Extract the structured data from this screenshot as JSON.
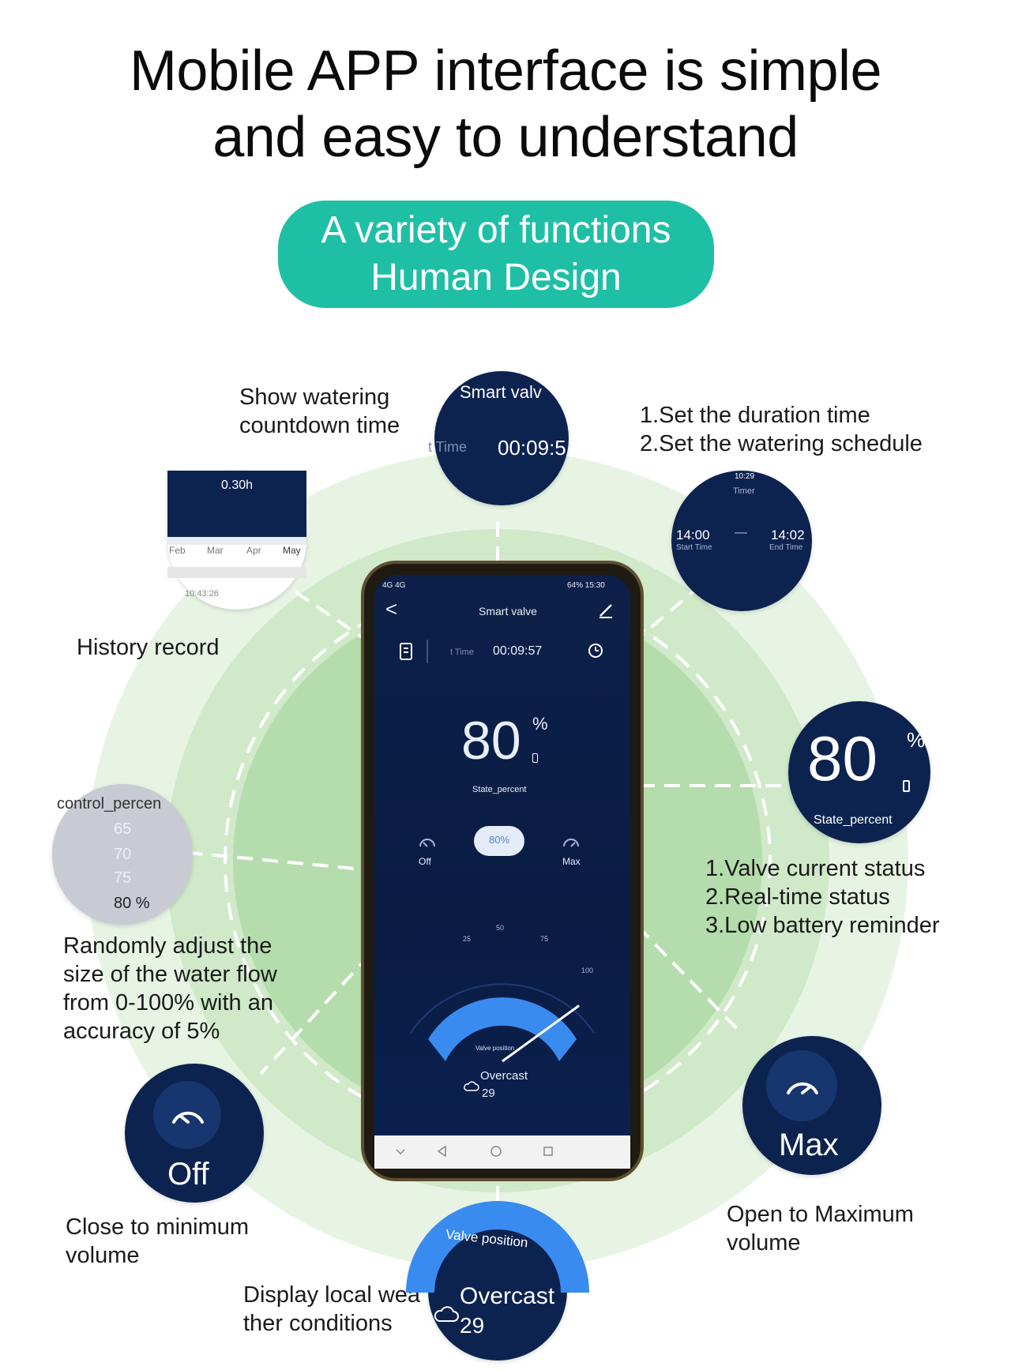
{
  "header": {
    "title_line1": "Mobile APP interface is simple",
    "title_line2": "and easy to understand",
    "pill_line1": "A variety of functions",
    "pill_line2": "Human Design"
  },
  "labels": {
    "countdown_line1": "Show watering",
    "countdown_line2": "countdown time",
    "schedule_line1": "1.Set the duration time",
    "schedule_line2": "2.Set the watering schedule",
    "history": "History record",
    "status_line1": "1.Valve current status",
    "status_line2": "2.Real-time status",
    "status_line3": "3.Low battery reminder",
    "flow_line1": "Randomly adjust the",
    "flow_line2": "size of the water flow",
    "flow_line3": "from 0-100% with an",
    "flow_line4": "accuracy of 5%",
    "close_line1": "Close to minimum",
    "close_line2": "volume",
    "open_line1": "Open to Maximum",
    "open_line2": "volume",
    "weather_line1": "Display local wea",
    "weather_line2": "ther conditions"
  },
  "bubbles": {
    "countdown": {
      "title": "Smart valv",
      "time_label": "t Time",
      "time_value": "00:09:5"
    },
    "history": {
      "value": "0.30h",
      "months": [
        "Feb",
        "Mar",
        "Apr",
        "May"
      ],
      "footer": "10:43:26"
    },
    "timer": {
      "top": "10:29",
      "title": "Timer",
      "start_time": "14:00",
      "start_label": "Start Time",
      "dash": "—",
      "end_time": "14:02",
      "end_label": "End Time"
    },
    "percent": {
      "value": "80",
      "unit": "%",
      "label": "State_percent"
    },
    "control": {
      "title": "control_percen",
      "options": [
        "65",
        "70",
        "75",
        "80 %"
      ]
    },
    "off": {
      "label": "Off"
    },
    "max": {
      "label": "Max"
    },
    "weather": {
      "arc_label": "Valve position",
      "condition": "Overcast",
      "temp": "29"
    }
  },
  "phone": {
    "status_left": "4G 4G",
    "status_right": "64% 15:30",
    "back": "<",
    "title": "Smart valve",
    "time_label": "t Time",
    "time_value": "00:09:57",
    "percent_value": "80",
    "percent_unit": "%",
    "state_label": "State_percent",
    "flow_value": "80%",
    "off_label": "Off",
    "max_label": "Max",
    "gauge_ticks": [
      "25",
      "50",
      "75",
      "100"
    ],
    "gauge_label": "Valve position",
    "valve_percent": 80,
    "weather_condition": "Overcast",
    "weather_temp": "29"
  },
  "colors": {
    "accent": "#1fbfa6",
    "navy": "#0c2350",
    "ring_outer": "#e6f3e3",
    "ring_mid": "#cde8c8",
    "ring_inner": "#b3dcab",
    "gauge_blue": "#3a8bf0"
  }
}
